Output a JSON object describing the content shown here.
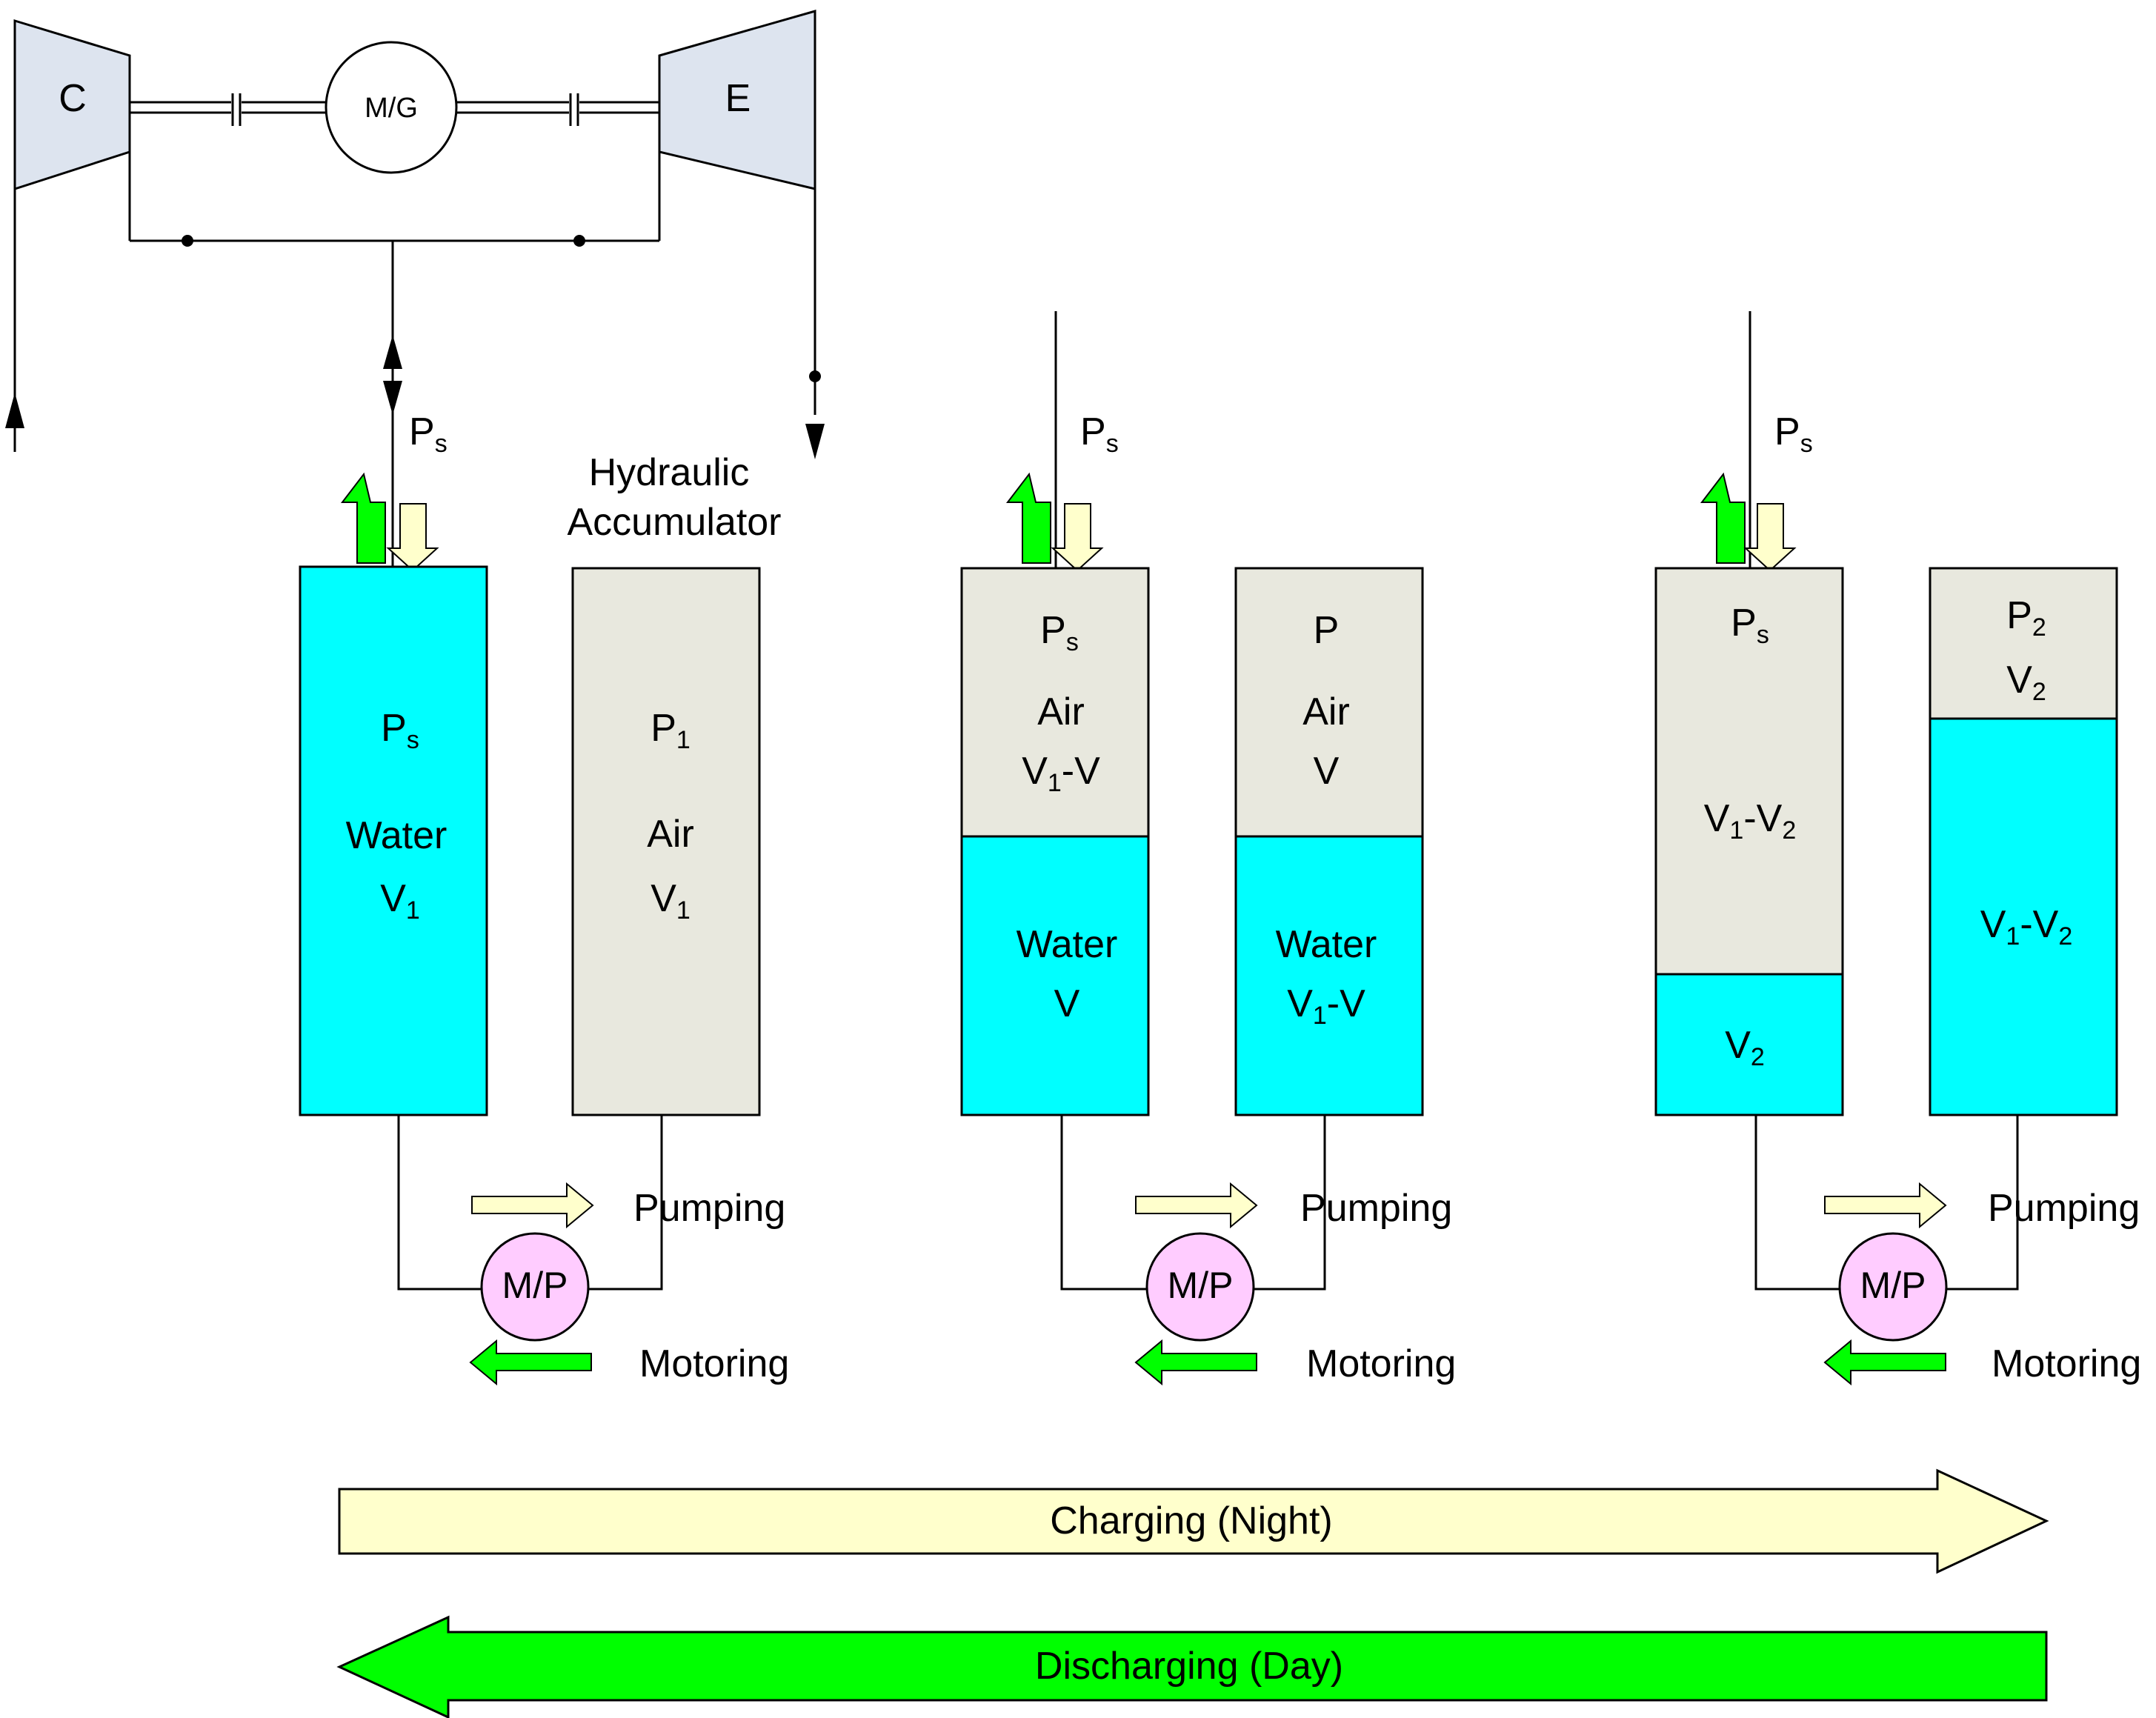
{
  "colors": {
    "water": "#00FFFF",
    "air": "#E8E8DE",
    "turbine": "#DDE4EF",
    "pump": "#FFCCFF",
    "charge_arrow": "#FFFFCC",
    "discharge_arrow": "#00FF00"
  },
  "machine": {
    "compressor": "C",
    "mg": "M/G",
    "expander": "E",
    "supply_label": "P",
    "supply_sub": "s",
    "accumulator_title_line1": "Hydraulic",
    "accumulator_title_line2": "Accumulator"
  },
  "stage1": {
    "supply": {
      "main": "P",
      "sub": "s"
    },
    "vessel_a": {
      "pressure": {
        "main": "P",
        "sub": "s"
      },
      "fluid": "Water",
      "volume": {
        "main": "V",
        "sub": "1"
      }
    },
    "vessel_b": {
      "pressure": {
        "main": "P",
        "sub": "1"
      },
      "fluid": "Air",
      "volume": {
        "main": "V",
        "sub": "1"
      }
    },
    "pump": "M/P",
    "pumping": "Pumping",
    "motoring": "Motoring"
  },
  "stage2": {
    "supply": {
      "main": "P",
      "sub": "s"
    },
    "vessel_a": {
      "air_pressure": {
        "main": "P",
        "sub": "s"
      },
      "air_label": "Air",
      "air_volume": {
        "a": "V",
        "sub": "1",
        "b": "-V"
      },
      "water_label": "Water",
      "water_volume": "V"
    },
    "vessel_b": {
      "air_pressure": "P",
      "air_label": "Air",
      "air_volume": "V",
      "water_label": "Water",
      "water_volume": {
        "a": "V",
        "sub": "1",
        "b": "-V"
      }
    },
    "pump": "M/P",
    "pumping": "Pumping",
    "motoring": "Motoring"
  },
  "stage3": {
    "supply": {
      "main": "P",
      "sub": "s"
    },
    "vessel_a": {
      "air_pressure": {
        "main": "P",
        "sub": "s"
      },
      "air_volume": {
        "a": "V",
        "sub1": "1",
        "b": "-V",
        "sub2": "2"
      },
      "water_volume": {
        "main": "V",
        "sub": "2"
      }
    },
    "vessel_b": {
      "air_pressure": {
        "main": "P",
        "sub": "2"
      },
      "air_volume": {
        "main": "V",
        "sub": "2"
      },
      "water_volume": {
        "a": "V",
        "sub1": "1",
        "b": "-V",
        "sub2": "2"
      }
    },
    "pump": "M/P",
    "pumping": "Pumping",
    "motoring": "Motoring"
  },
  "timeline": {
    "charging": "Charging (Night)",
    "discharging": "Discharging (Day)"
  }
}
